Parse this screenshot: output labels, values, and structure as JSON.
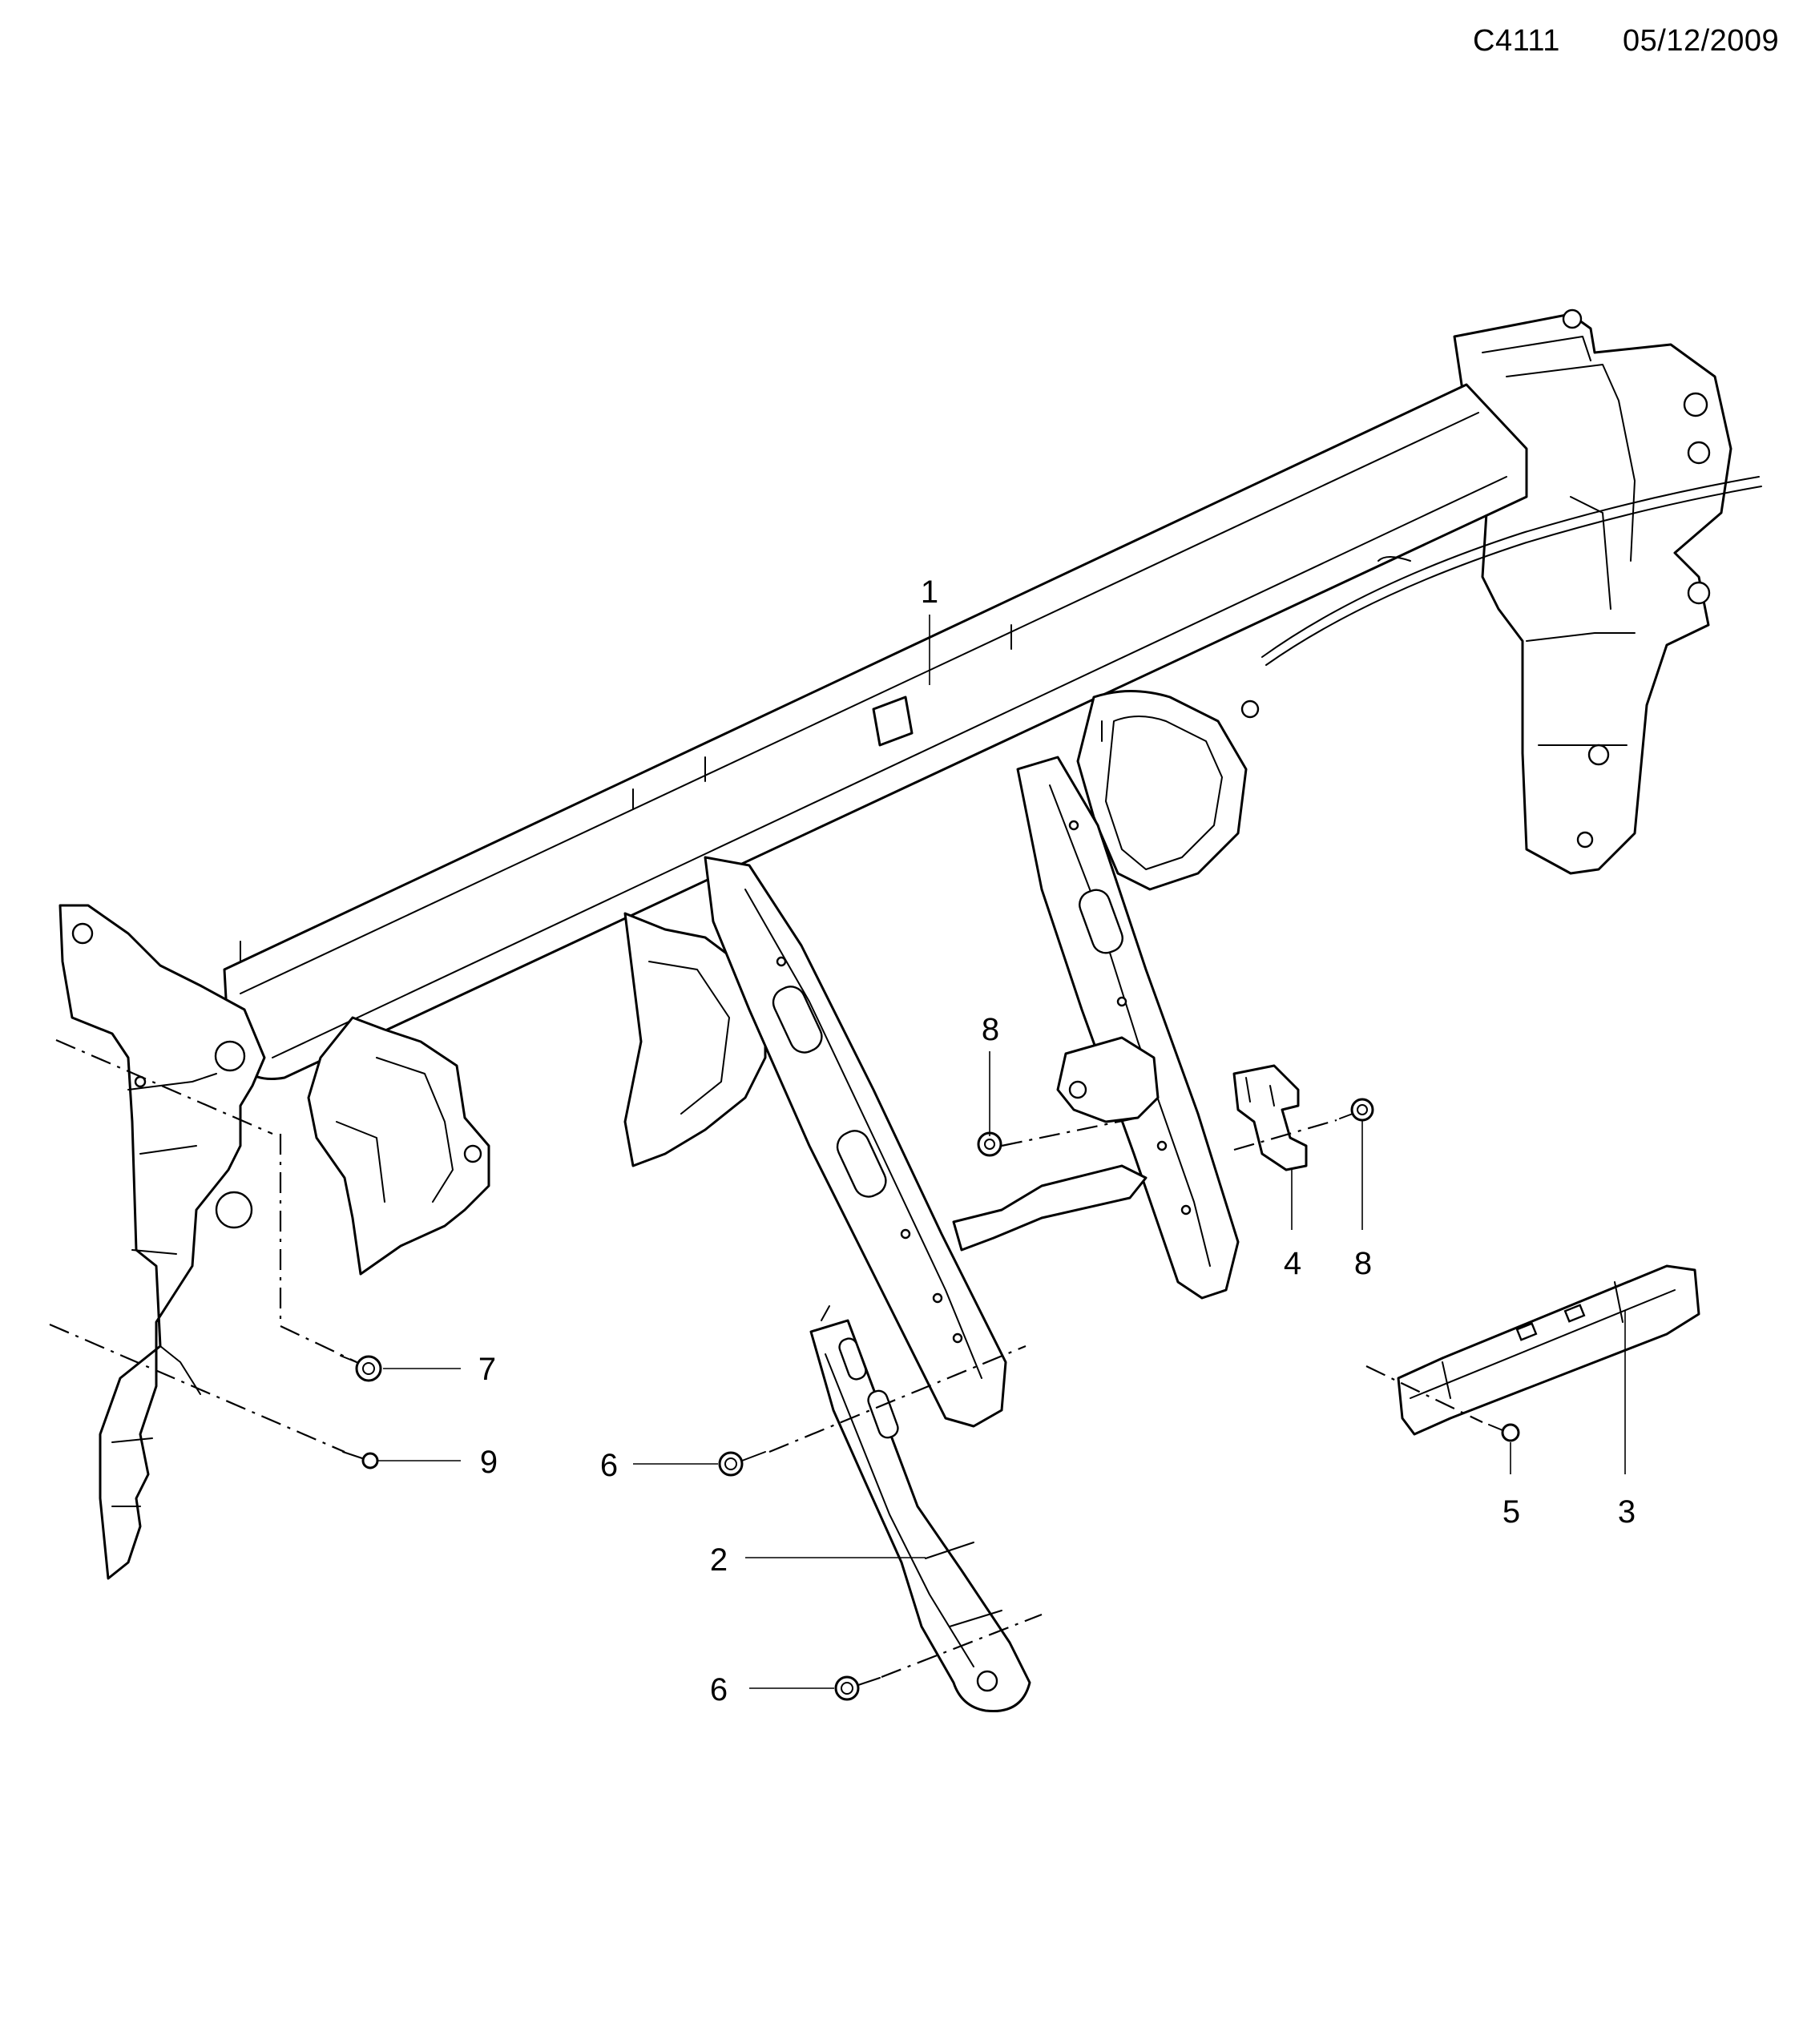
{
  "header": {
    "code": "C4111",
    "date": "05/12/2009"
  },
  "callouts": {
    "c1": "1",
    "c2": "2",
    "c3": "3",
    "c4": "4",
    "c5": "5",
    "c6a": "6",
    "c6b": "6",
    "c7": "7",
    "c8a": "8",
    "c8b": "8",
    "c9": "9"
  }
}
